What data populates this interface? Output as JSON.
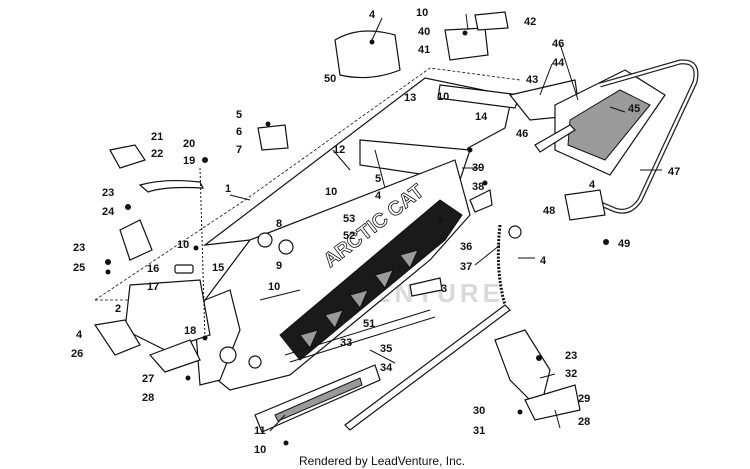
{
  "diagram": {
    "credit": "Rendered by LeadVenture, Inc.",
    "watermark": "LEADVENTURE",
    "decal_text": "ARCTIC CAT",
    "callouts": [
      {
        "id": "c4a",
        "label": "4"
      },
      {
        "id": "c10a",
        "label": "10"
      },
      {
        "id": "c42",
        "label": "42"
      },
      {
        "id": "c40",
        "label": "40"
      },
      {
        "id": "c41",
        "label": "41"
      },
      {
        "id": "c46a",
        "label": "46"
      },
      {
        "id": "c44",
        "label": "44"
      },
      {
        "id": "c43",
        "label": "43"
      },
      {
        "id": "c50",
        "label": "50"
      },
      {
        "id": "c10b",
        "label": "10"
      },
      {
        "id": "c13",
        "label": "13"
      },
      {
        "id": "c14",
        "label": "14"
      },
      {
        "id": "c45",
        "label": "45"
      },
      {
        "id": "c46b",
        "label": "46"
      },
      {
        "id": "c5a",
        "label": "5"
      },
      {
        "id": "c6",
        "label": "6"
      },
      {
        "id": "c7",
        "label": "7"
      },
      {
        "id": "c21",
        "label": "21"
      },
      {
        "id": "c22",
        "label": "22"
      },
      {
        "id": "c20",
        "label": "20"
      },
      {
        "id": "c19",
        "label": "19"
      },
      {
        "id": "c12",
        "label": "12"
      },
      {
        "id": "c39",
        "label": "39"
      },
      {
        "id": "c47",
        "label": "47"
      },
      {
        "id": "c1",
        "label": "1"
      },
      {
        "id": "c38",
        "label": "38"
      },
      {
        "id": "c5b",
        "label": "5"
      },
      {
        "id": "c4b",
        "label": "4"
      },
      {
        "id": "c23a",
        "label": "23"
      },
      {
        "id": "c24",
        "label": "24"
      },
      {
        "id": "c10c",
        "label": "10"
      },
      {
        "id": "c4c",
        "label": "4"
      },
      {
        "id": "c48",
        "label": "48"
      },
      {
        "id": "c53",
        "label": "53"
      },
      {
        "id": "c5c",
        "label": "5"
      },
      {
        "id": "c8",
        "label": "8"
      },
      {
        "id": "c52",
        "label": "52"
      },
      {
        "id": "c36",
        "label": "36"
      },
      {
        "id": "c49",
        "label": "49"
      },
      {
        "id": "c23b",
        "label": "23"
      },
      {
        "id": "c10d",
        "label": "10"
      },
      {
        "id": "c9",
        "label": "9"
      },
      {
        "id": "c37",
        "label": "37"
      },
      {
        "id": "c4d",
        "label": "4"
      },
      {
        "id": "c25",
        "label": "25"
      },
      {
        "id": "c16",
        "label": "16"
      },
      {
        "id": "c15",
        "label": "15"
      },
      {
        "id": "c17",
        "label": "17"
      },
      {
        "id": "c10e",
        "label": "10"
      },
      {
        "id": "c3",
        "label": "3"
      },
      {
        "id": "c2",
        "label": "2"
      },
      {
        "id": "c4e",
        "label": "4"
      },
      {
        "id": "c18",
        "label": "18"
      },
      {
        "id": "c51",
        "label": "51"
      },
      {
        "id": "c26",
        "label": "26"
      },
      {
        "id": "c33",
        "label": "33"
      },
      {
        "id": "c35",
        "label": "35"
      },
      {
        "id": "c23c",
        "label": "23"
      },
      {
        "id": "c27",
        "label": "27"
      },
      {
        "id": "c34",
        "label": "34"
      },
      {
        "id": "c32",
        "label": "32"
      },
      {
        "id": "c28a",
        "label": "28"
      },
      {
        "id": "c29",
        "label": "29"
      },
      {
        "id": "c30",
        "label": "30"
      },
      {
        "id": "c28b",
        "label": "28"
      },
      {
        "id": "c11",
        "label": "11"
      },
      {
        "id": "c31",
        "label": "31"
      },
      {
        "id": "c10f",
        "label": "10"
      }
    ]
  }
}
